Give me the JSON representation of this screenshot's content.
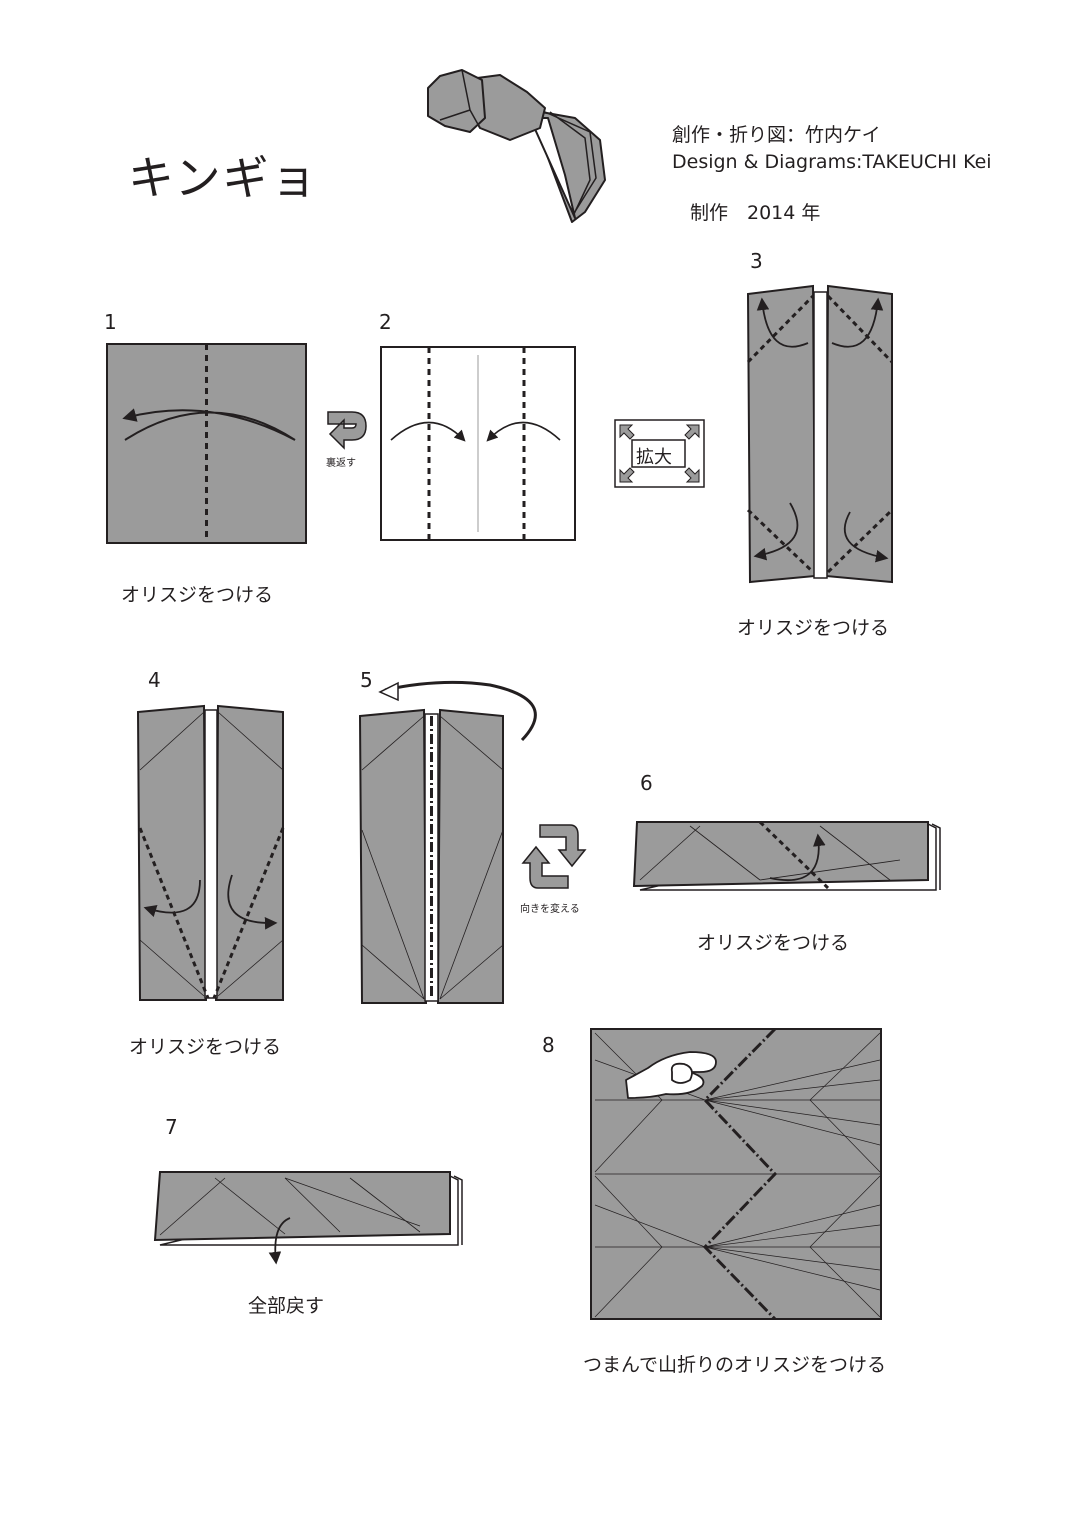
{
  "title": "キンギョ",
  "credits": {
    "author_jp": "創作・折り図：竹内ケイ",
    "author_en": "Design & Diagrams:TAKEUCHI Kei",
    "year": "制作　2014 年"
  },
  "symbols": {
    "turn_over": "裏返す",
    "enlarge": "拡大",
    "rotate": "向きを変える"
  },
  "steps": [
    {
      "number": "1",
      "caption": "オリスジをつける"
    },
    {
      "number": "2",
      "caption": ""
    },
    {
      "number": "3",
      "caption": "オリスジをつける"
    },
    {
      "number": "4",
      "caption": "オリスジをつける"
    },
    {
      "number": "5",
      "caption": ""
    },
    {
      "number": "6",
      "caption": "オリスジをつける"
    },
    {
      "number": "7",
      "caption": "全部戻す"
    },
    {
      "number": "8",
      "caption": "つまんで山折りのオリスジをつける"
    }
  ],
  "colors": {
    "paper_gray": "#9b9b9b",
    "paper_white": "#ffffff",
    "line": "#231f20"
  }
}
